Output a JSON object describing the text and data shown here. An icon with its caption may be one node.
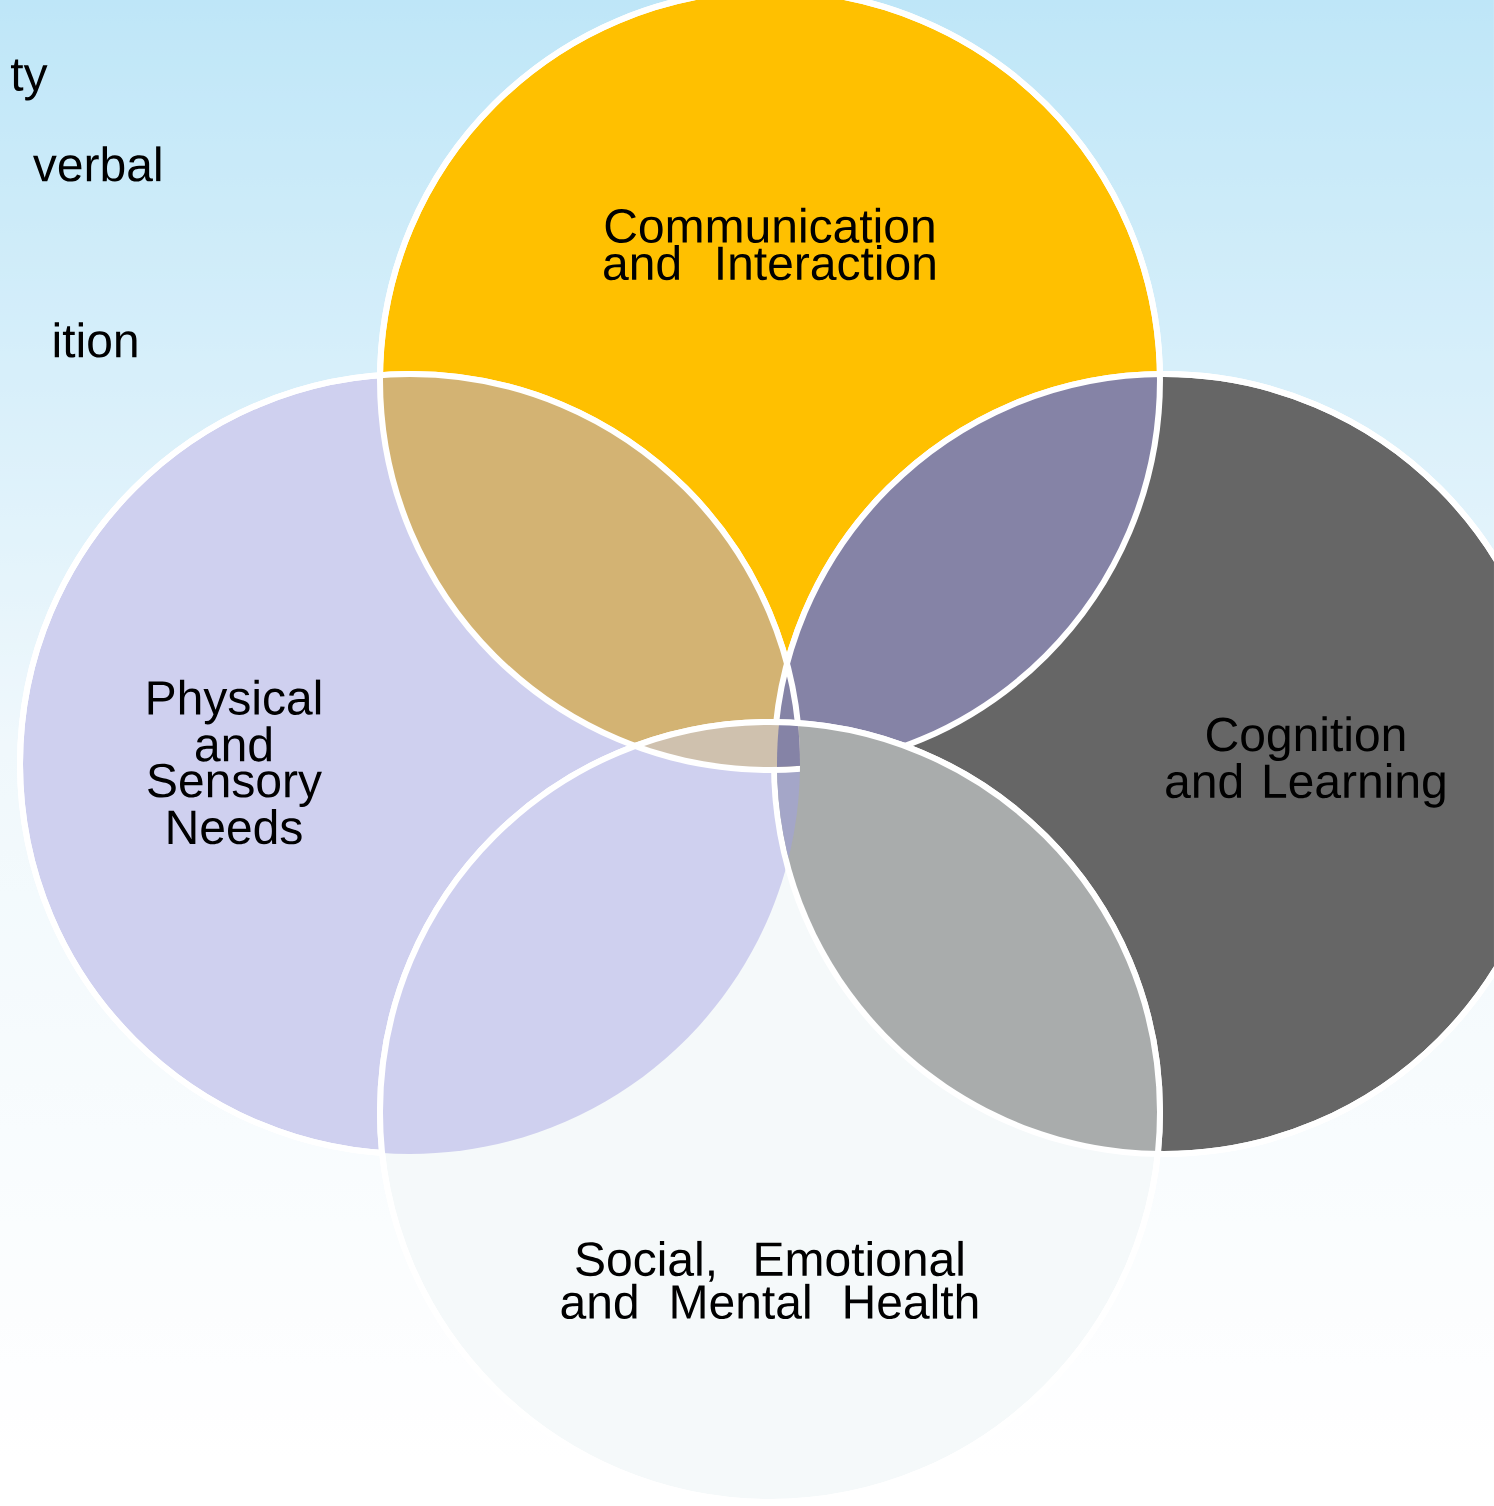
{
  "diagram": {
    "nodes": [
      {
        "text": [
          "Communication and Interaction"
        ]
      },
      {
        "text": [
          "Physical and Sensory Needs"
        ]
      },
      {
        "text": [
          "Cognition and Learning"
        ]
      },
      {
        "text": [
          "Social, Emotional and Mental Health"
        ]
      }
    ],
    "labels": [
      "ty",
      "verbal",
      "ition"
    ]
  }
}
